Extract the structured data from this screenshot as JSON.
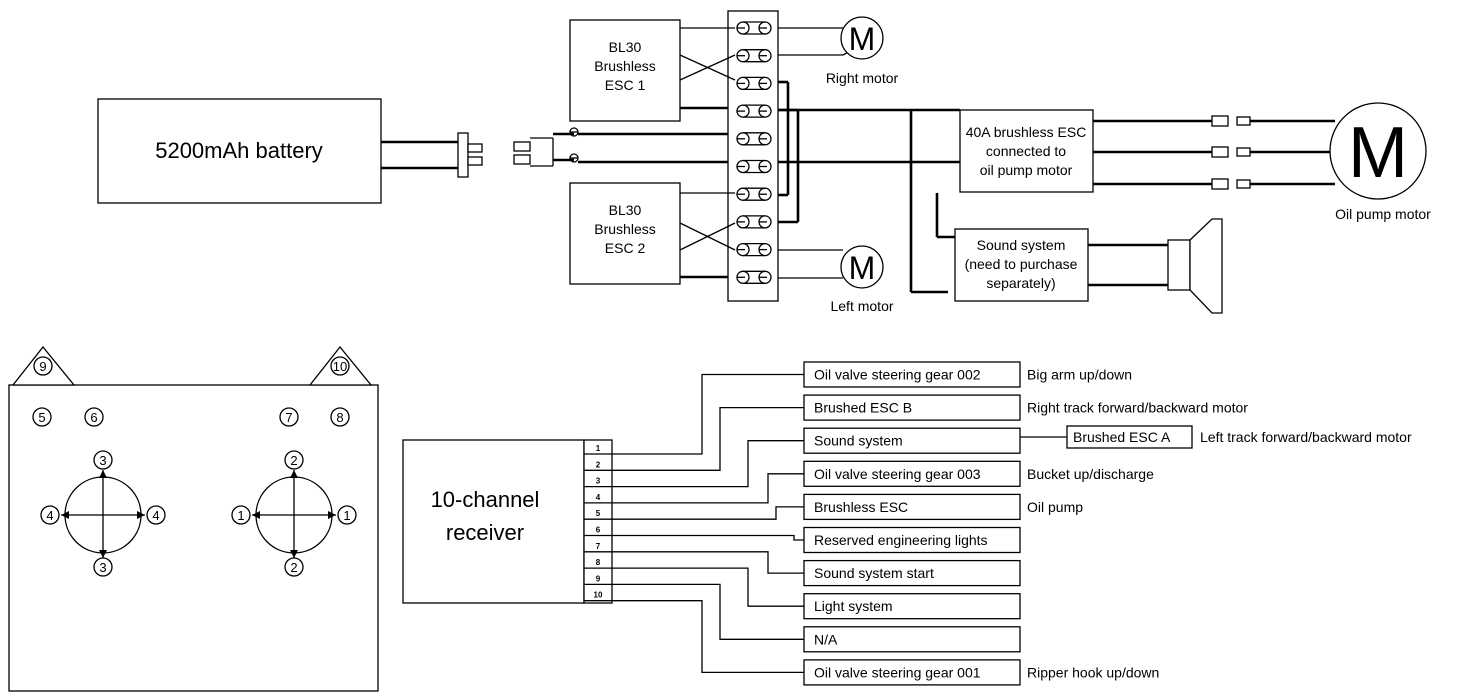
{
  "battery": {
    "label": "5200mAh battery"
  },
  "esc1": {
    "lines": [
      "BL30",
      "Brushless",
      "ESC 1"
    ]
  },
  "esc2": {
    "lines": [
      "BL30",
      "Brushless",
      "ESC 2"
    ]
  },
  "motor_symbol": "M",
  "right_motor": {
    "label": "Right motor"
  },
  "left_motor": {
    "label": "Left motor"
  },
  "esc40": {
    "lines": [
      "40A brushless ESC",
      "connected to",
      "oil pump motor"
    ]
  },
  "oil_pump_motor": {
    "label": "Oil pump motor"
  },
  "sound_box": {
    "lines": [
      "Sound system",
      "(need to purchase",
      "separately)"
    ]
  },
  "transmitter": {
    "numbers": [
      "9",
      "10",
      "5",
      "6",
      "7",
      "8"
    ],
    "left_stick": {
      "top": "3",
      "bottom": "3",
      "left": "4",
      "right": "4"
    },
    "right_stick": {
      "top": "2",
      "bottom": "2",
      "left": "1",
      "right": "1"
    }
  },
  "receiver": {
    "lines": [
      "10-channel",
      "receiver"
    ],
    "channels": [
      "1",
      "2",
      "3",
      "4",
      "5",
      "6",
      "7",
      "8",
      "9",
      "10"
    ]
  },
  "outputs": [
    {
      "device": "Oil valve steering gear 002",
      "function": "Big arm up/down",
      "channel": 1
    },
    {
      "device": "Brushed ESC B",
      "function": "Right track forward/backward motor",
      "channel": 2
    },
    {
      "device": "Sound system",
      "function": "",
      "channel": 3
    },
    {
      "device": "Oil valve steering gear 003",
      "function": "Bucket up/discharge",
      "channel": 4
    },
    {
      "device": "Brushless ESC",
      "function": "Oil pump",
      "channel": 5
    },
    {
      "device": "Reserved engineering lights",
      "function": "",
      "channel": 6
    },
    {
      "device": "Sound system start",
      "function": "",
      "channel": 7
    },
    {
      "device": "Light system",
      "function": "",
      "channel": 8
    },
    {
      "device": "N/A",
      "function": "",
      "channel": 9
    },
    {
      "device": "Oil valve steering gear 001",
      "function": "Ripper hook up/down",
      "channel": 10
    }
  ],
  "brushed_esc_a": {
    "label": "Brushed ESC A",
    "function": "Left track forward/backward motor"
  }
}
